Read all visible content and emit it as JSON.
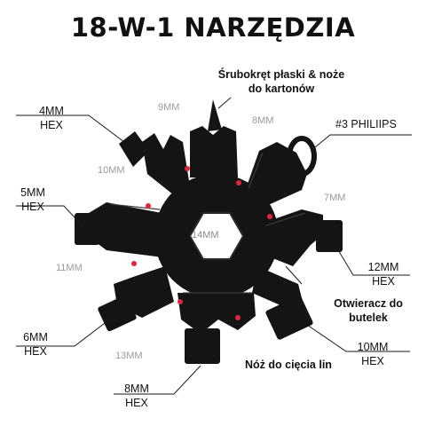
{
  "title": "18-W-1 NARZĘDZIA",
  "labels": {
    "hex4_size": "4MM",
    "hex4_type": "HEX",
    "screwdriver_line1": "Śrubokręt płaski & noże",
    "screwdriver_line2": "do kartonów",
    "philips": "#3 PHILIIPS",
    "hex5_size": "5MM",
    "hex5_type": "HEX",
    "hex12_size": "12MM",
    "hex12_type": "HEX",
    "opener_line1": "Otwieracz do",
    "opener_line2": "butelek",
    "hex6_size": "6MM",
    "hex6_type": "HEX",
    "hex10_size": "10MM",
    "hex10_type": "HEX",
    "rope_cutter": "Nóż do cięcia lin",
    "hex8_size": "8MM",
    "hex8_type": "HEX"
  },
  "sizes": {
    "mm9": "9MM",
    "mm8": "8MM",
    "mm10": "10MM",
    "mm7": "7MM",
    "mm14": "14MM",
    "mm11": "11MM",
    "mm13": "13MM"
  },
  "colors": {
    "tool": "#141414",
    "tool_highlight": "#3a3a3a",
    "dot": "#e0263a",
    "leader": "#1a1a1a"
  }
}
